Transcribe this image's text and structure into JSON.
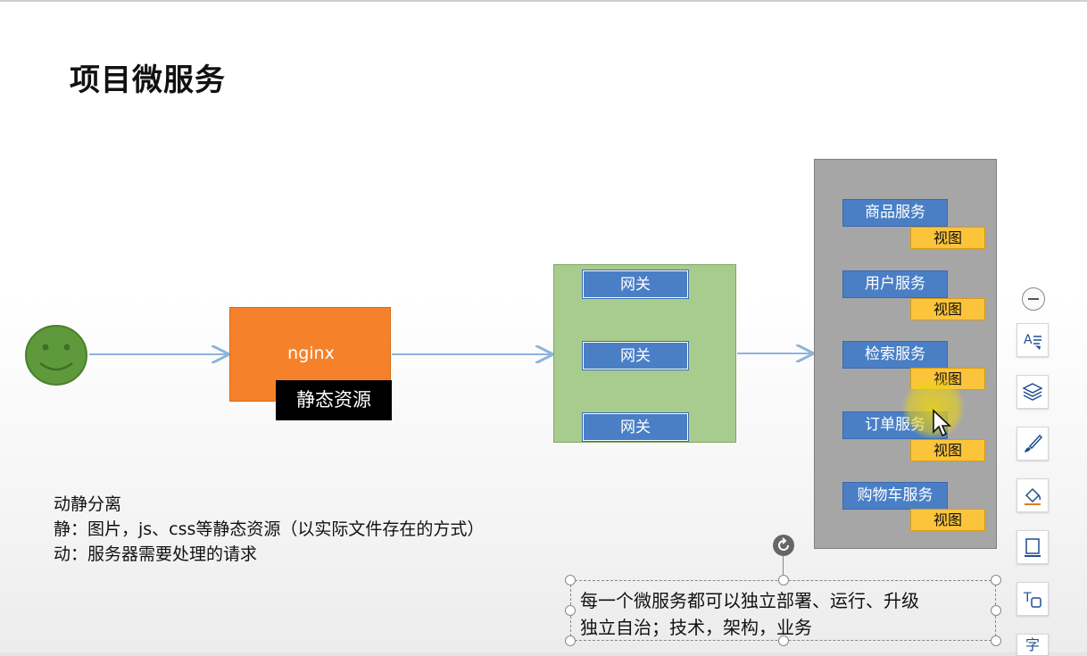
{
  "slide": {
    "title": "项目微服务",
    "nginx": {
      "label": "nginx",
      "static_label": "静态资源"
    },
    "gateways": [
      "网关",
      "网关",
      "网关"
    ],
    "services": [
      {
        "name": "商品服务",
        "view": "视图"
      },
      {
        "name": "用户服务",
        "view": "视图"
      },
      {
        "name": "检索服务",
        "view": "视图"
      },
      {
        "name": "订单服务",
        "view": "视图"
      },
      {
        "name": "购物车服务",
        "view": "视图"
      }
    ],
    "notes": [
      "动静分离",
      "静：图片，js、css等静态资源（以实际文件存在的方式）",
      "动：服务器需要处理的请求"
    ],
    "textbox_lines": [
      "每一个微服务都可以独立部署、运行、升级",
      "独立自治；技术，架构，业务"
    ]
  },
  "toolbar": {
    "buttons": [
      "text-format-icon",
      "layers-icon",
      "brush-icon",
      "fill-icon",
      "border-icon",
      "text-box-icon",
      "more-icon"
    ],
    "more_label": "字"
  },
  "colors": {
    "nginx": "#f5822a",
    "gateway_box": "#a8cc8e",
    "service_box": "#a6a6a6",
    "service_item": "#4a7fc6",
    "view_item": "#fcc43a",
    "arrow": "#8fb3dc",
    "smiley": "#5e9a3b"
  }
}
